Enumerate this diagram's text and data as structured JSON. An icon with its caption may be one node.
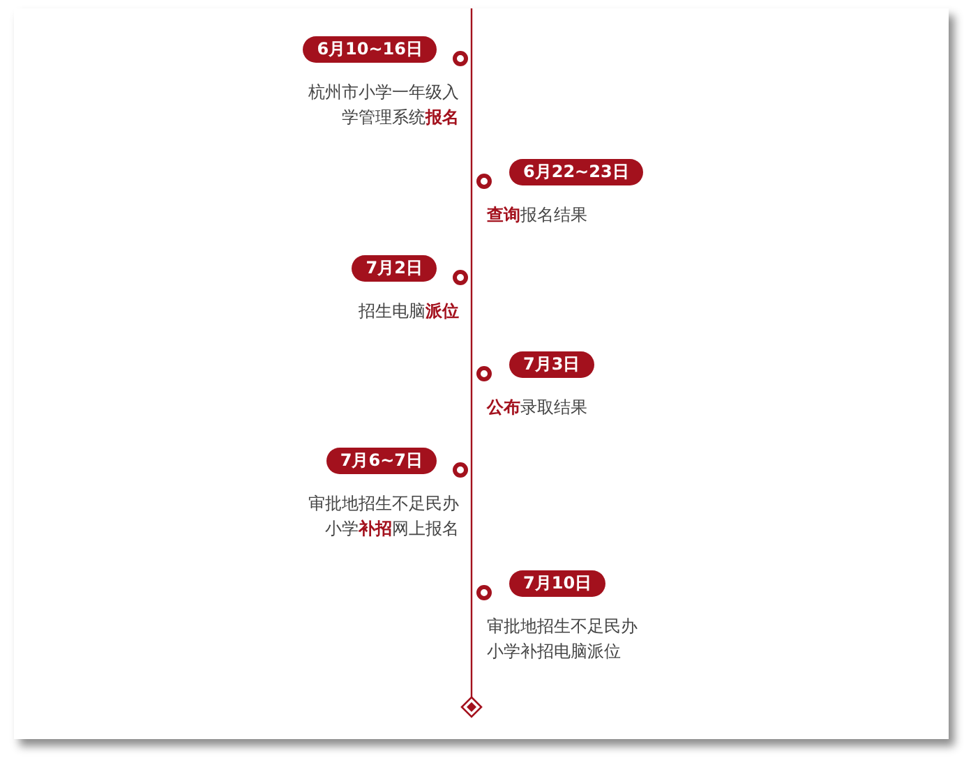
{
  "diagram": {
    "nodes": [
      {
        "text": [
          "6月10~16日"
        ],
        "beside": [
          "杭州市小学一年级入学管理系统**报名**"
        ]
      },
      {
        "text": [
          "6月22~23日"
        ],
        "beside": [
          "**查询**报名结果"
        ]
      },
      {
        "text": [
          "7月2日"
        ],
        "beside": [
          "招生电脑**派位**"
        ]
      },
      {
        "text": [
          "7月3日"
        ],
        "beside": [
          "**公布**录取结果"
        ]
      },
      {
        "text": [
          "7月6~7日"
        ],
        "beside": [
          "审批地招生不足民办小学**补招**网上报名"
        ]
      },
      {
        "text": [
          "7月10日"
        ],
        "beside": [
          "审批地招生不足民办小学补招电脑派位"
        ]
      }
    ]
  }
}
